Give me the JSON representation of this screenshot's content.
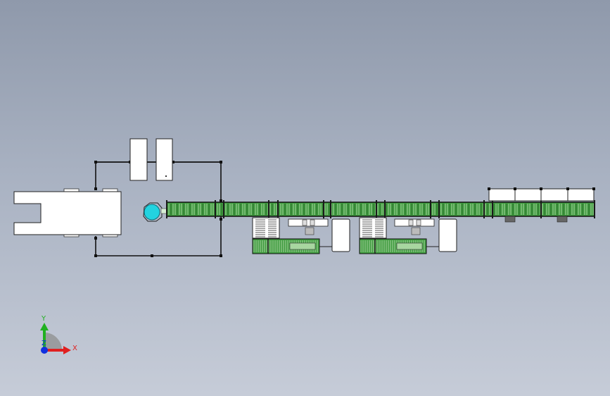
{
  "axes": {
    "x_label": "X",
    "y_label": "Y",
    "z_label": "Z"
  },
  "colors": {
    "background_top": "#8f99ab",
    "background_bottom": "#c6ccd8",
    "roller_green": "#3f9b3f",
    "roller_light": "#a8d6a0",
    "frame": "#1a1a1a",
    "panel": "#ffffff",
    "turntable": "#22d3e0",
    "axis_x": "#e02020",
    "axis_y": "#20b020",
    "axis_z": "#1030e0"
  },
  "icons": {
    "triad": "coordinate-triad-icon",
    "turntable": "robot-turntable-icon"
  }
}
